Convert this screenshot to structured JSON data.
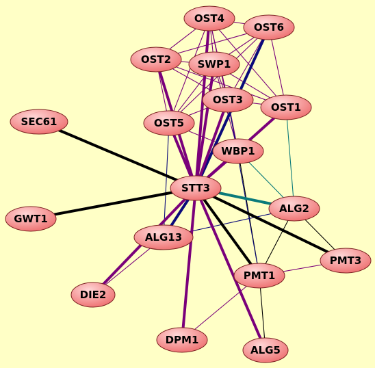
{
  "colors": {
    "background": "#ffffc6",
    "node_fill_light": "#ffd6d6",
    "node_fill_dark": "#ee6f6f",
    "node_stroke": "#7a2020",
    "edge_black": "#000000",
    "edge_purple": "#7a007a",
    "edge_navy": "#0a0a7a",
    "edge_teal": "#0a7a7a"
  },
  "nodes": [
    {
      "id": "OST4",
      "label": "OST4"
    },
    {
      "id": "OST6",
      "label": "OST6"
    },
    {
      "id": "OST2",
      "label": "OST2"
    },
    {
      "id": "SWP1",
      "label": "SWP1"
    },
    {
      "id": "OST3",
      "label": "OST3"
    },
    {
      "id": "OST1",
      "label": "OST1"
    },
    {
      "id": "SEC61",
      "label": "SEC61"
    },
    {
      "id": "OST5",
      "label": "OST5"
    },
    {
      "id": "WBP1",
      "label": "WBP1"
    },
    {
      "id": "STT3",
      "label": "STT3"
    },
    {
      "id": "ALG2",
      "label": "ALG2"
    },
    {
      "id": "GWT1",
      "label": "GWT1"
    },
    {
      "id": "ALG13",
      "label": "ALG13"
    },
    {
      "id": "PMT3",
      "label": "PMT3"
    },
    {
      "id": "PMT1",
      "label": "PMT1"
    },
    {
      "id": "DIE2",
      "label": "DIE2"
    },
    {
      "id": "DPM1",
      "label": "DPM1"
    },
    {
      "id": "ALG5",
      "label": "ALG5"
    }
  ],
  "edges": [
    {
      "source": "OST4",
      "target": "OST6",
      "color": "edge_purple",
      "weight": "thin"
    },
    {
      "source": "OST4",
      "target": "OST2",
      "color": "edge_purple",
      "weight": "thin"
    },
    {
      "source": "OST4",
      "target": "SWP1",
      "color": "edge_purple",
      "weight": "thin"
    },
    {
      "source": "OST4",
      "target": "OST3",
      "color": "edge_purple",
      "weight": "thin"
    },
    {
      "source": "OST4",
      "target": "OST1",
      "color": "edge_purple",
      "weight": "thin"
    },
    {
      "source": "OST4",
      "target": "OST5",
      "color": "edge_purple",
      "weight": "thin"
    },
    {
      "source": "OST4",
      "target": "WBP1",
      "color": "edge_purple",
      "weight": "thin"
    },
    {
      "source": "OST4",
      "target": "STT3",
      "color": "edge_purple",
      "weight": "thick"
    },
    {
      "source": "OST6",
      "target": "OST2",
      "color": "edge_purple",
      "weight": "thin"
    },
    {
      "source": "OST6",
      "target": "SWP1",
      "color": "edge_purple",
      "weight": "thin"
    },
    {
      "source": "OST6",
      "target": "OST3",
      "color": "edge_purple",
      "weight": "thin"
    },
    {
      "source": "OST6",
      "target": "OST1",
      "color": "edge_purple",
      "weight": "thin"
    },
    {
      "source": "OST6",
      "target": "OST5",
      "color": "edge_purple",
      "weight": "thin"
    },
    {
      "source": "OST6",
      "target": "STT3",
      "color": "edge_navy",
      "weight": "thick"
    },
    {
      "source": "OST2",
      "target": "SWP1",
      "color": "edge_purple",
      "weight": "thin"
    },
    {
      "source": "OST2",
      "target": "OST3",
      "color": "edge_purple",
      "weight": "thin"
    },
    {
      "source": "OST2",
      "target": "OST1",
      "color": "edge_purple",
      "weight": "thin"
    },
    {
      "source": "OST2",
      "target": "OST5",
      "color": "edge_purple",
      "weight": "thin"
    },
    {
      "source": "OST2",
      "target": "STT3",
      "color": "edge_purple",
      "weight": "thick"
    },
    {
      "source": "SWP1",
      "target": "OST3",
      "color": "edge_purple",
      "weight": "thin"
    },
    {
      "source": "SWP1",
      "target": "OST1",
      "color": "edge_purple",
      "weight": "thin"
    },
    {
      "source": "SWP1",
      "target": "OST5",
      "color": "edge_purple",
      "weight": "thin"
    },
    {
      "source": "SWP1",
      "target": "WBP1",
      "color": "edge_purple",
      "weight": "thin"
    },
    {
      "source": "SWP1",
      "target": "STT3",
      "color": "edge_purple",
      "weight": "thick"
    },
    {
      "source": "OST3",
      "target": "OST1",
      "color": "edge_purple",
      "weight": "thin"
    },
    {
      "source": "OST3",
      "target": "OST5",
      "color": "edge_purple",
      "weight": "thin"
    },
    {
      "source": "OST3",
      "target": "WBP1",
      "color": "edge_purple",
      "weight": "thin"
    },
    {
      "source": "OST3",
      "target": "STT3",
      "color": "edge_purple",
      "weight": "thick"
    },
    {
      "source": "OST1",
      "target": "WBP1",
      "color": "edge_purple",
      "weight": "thin"
    },
    {
      "source": "OST1",
      "target": "STT3",
      "color": "edge_purple",
      "weight": "thick"
    },
    {
      "source": "OST1",
      "target": "ALG2",
      "color": "edge_teal",
      "weight": "thin"
    },
    {
      "source": "OST5",
      "target": "STT3",
      "color": "edge_purple",
      "weight": "thick"
    },
    {
      "source": "OST5",
      "target": "WBP1",
      "color": "edge_purple",
      "weight": "thin"
    },
    {
      "source": "OST5",
      "target": "ALG13",
      "color": "edge_navy",
      "weight": "thin"
    },
    {
      "source": "WBP1",
      "target": "STT3",
      "color": "edge_purple",
      "weight": "thick"
    },
    {
      "source": "WBP1",
      "target": "ALG2",
      "color": "edge_teal",
      "weight": "thin"
    },
    {
      "source": "WBP1",
      "target": "PMT1",
      "color": "edge_black",
      "weight": "thin"
    },
    {
      "source": "OST3",
      "target": "PMT1",
      "color": "edge_navy",
      "weight": "thin"
    },
    {
      "source": "SEC61",
      "target": "STT3",
      "color": "edge_black",
      "weight": "thick"
    },
    {
      "source": "GWT1",
      "target": "STT3",
      "color": "edge_black",
      "weight": "thick"
    },
    {
      "source": "STT3",
      "target": "ALG2",
      "color": "edge_teal",
      "weight": "thick"
    },
    {
      "source": "STT3",
      "target": "PMT3",
      "color": "edge_black",
      "weight": "thick"
    },
    {
      "source": "STT3",
      "target": "PMT1",
      "color": "edge_black",
      "weight": "thick"
    },
    {
      "source": "STT3",
      "target": "ALG13",
      "color": "edge_navy",
      "weight": "thick"
    },
    {
      "source": "STT3",
      "target": "DIE2",
      "color": "edge_purple",
      "weight": "thick"
    },
    {
      "source": "STT3",
      "target": "DPM1",
      "color": "edge_purple",
      "weight": "thick"
    },
    {
      "source": "STT3",
      "target": "ALG5",
      "color": "edge_purple",
      "weight": "thick"
    },
    {
      "source": "ALG2",
      "target": "ALG13",
      "color": "edge_navy",
      "weight": "thin"
    },
    {
      "source": "ALG2",
      "target": "PMT1",
      "color": "edge_black",
      "weight": "thin"
    },
    {
      "source": "ALG2",
      "target": "PMT3",
      "color": "edge_black",
      "weight": "thin"
    },
    {
      "source": "ALG13",
      "target": "DIE2",
      "color": "edge_purple",
      "weight": "thin"
    },
    {
      "source": "PMT1",
      "target": "PMT3",
      "color": "edge_purple",
      "weight": "thin"
    },
    {
      "source": "PMT1",
      "target": "DPM1",
      "color": "edge_purple",
      "weight": "thin"
    },
    {
      "source": "PMT1",
      "target": "ALG5",
      "color": "edge_black",
      "weight": "thin"
    }
  ]
}
